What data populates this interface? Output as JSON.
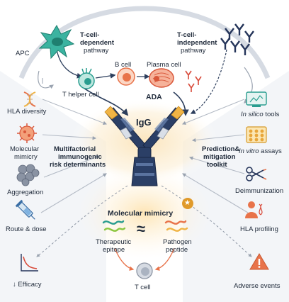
{
  "top": {
    "apc": "APC",
    "t_dependent": [
      "T-cell-",
      "dependent",
      "pathway"
    ],
    "t_independent": [
      "T-cell-",
      "independent",
      "pathway"
    ],
    "b_cell": "B cell",
    "plasma_cell": "Plasma cell",
    "t_helper": "T helper cell",
    "ada": "ADA",
    "igg": "IgG"
  },
  "left": {
    "items": [
      "HLA diversity",
      "Molecular",
      "mimicry",
      "Aggregation",
      "Route & dose"
    ],
    "center_label": [
      "Multifactorial",
      "immunogenic",
      "risk determinants"
    ]
  },
  "right": {
    "in_silico": {
      "em": "In silico",
      "rest": " tools"
    },
    "in_vitro": {
      "em": "In vitro",
      "rest": " assays"
    },
    "deimmunization": "Deimmunization",
    "hla_profiling": "HLA profiling",
    "center_label": [
      "Prediction&",
      "mitigation",
      "toolkit"
    ]
  },
  "mimicry": {
    "title": "Molecular mimicry",
    "therapeutic": [
      "Therapeutic",
      "epitope"
    ],
    "approx": "≈",
    "pathogen": [
      "Pathogen",
      "peptide"
    ],
    "t_cell": "T cell",
    "star": "★"
  },
  "bottom": {
    "efficacy": "↓ Efficacy",
    "adverse": "Adverse events"
  },
  "colors": {
    "teal": "#2a9d8f",
    "navy": "#25355a",
    "orange": "#e8734a",
    "gold": "#f0b445",
    "red": "#d84a3a",
    "blue": "#3a6ea5"
  }
}
